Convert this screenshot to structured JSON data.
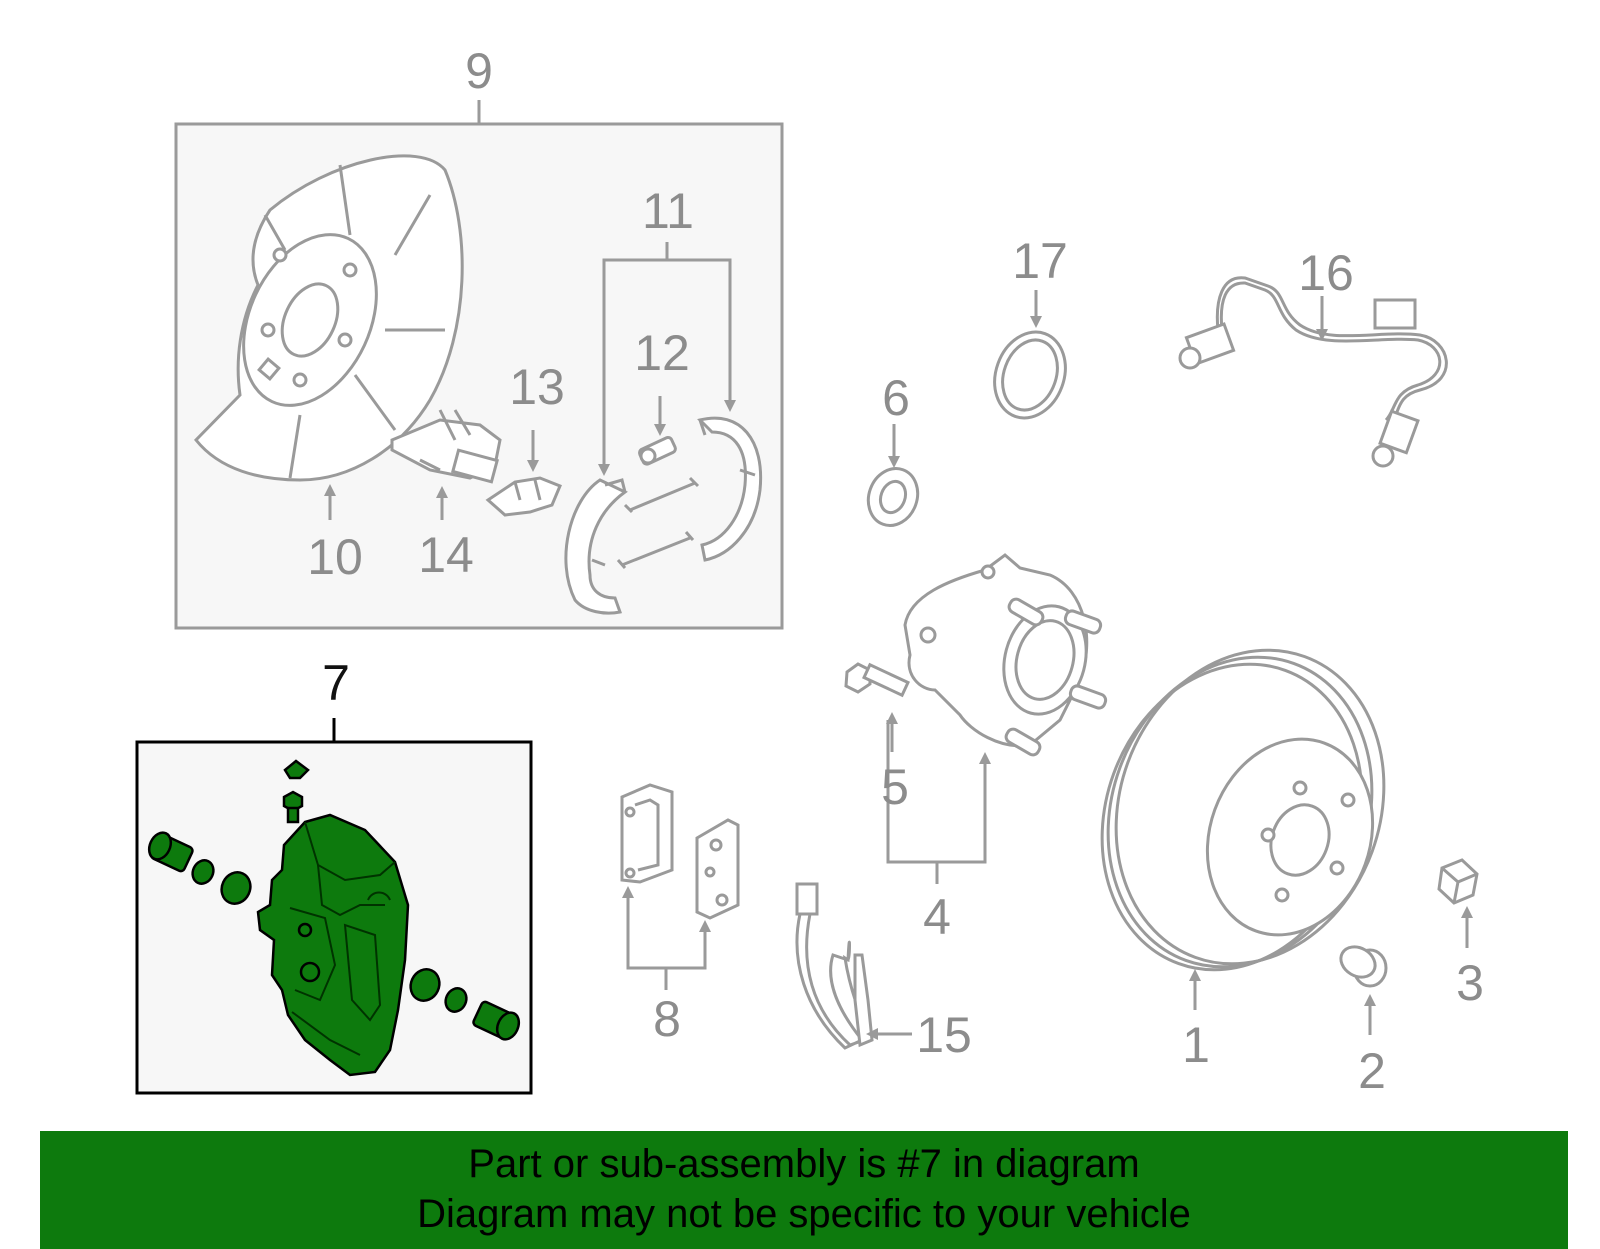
{
  "callouts": {
    "c1": "1",
    "c2": "2",
    "c3": "3",
    "c4": "4",
    "c5": "5",
    "c6": "6",
    "c7": "7",
    "c8": "8",
    "c9": "9",
    "c10": "10",
    "c11": "11",
    "c12": "12",
    "c13": "13",
    "c14": "14",
    "c15": "15",
    "c16": "16",
    "c17": "17"
  },
  "highlighted_part": "7",
  "colors": {
    "highlight": "#0d7a0d",
    "line": "#9a9a9a",
    "box_fill": "#f7f7f7",
    "banner": "#0d7a0d"
  },
  "banner": {
    "line1": "Part or sub-assembly is #7 in diagram",
    "line2": "Diagram may not be specific to your vehicle"
  }
}
